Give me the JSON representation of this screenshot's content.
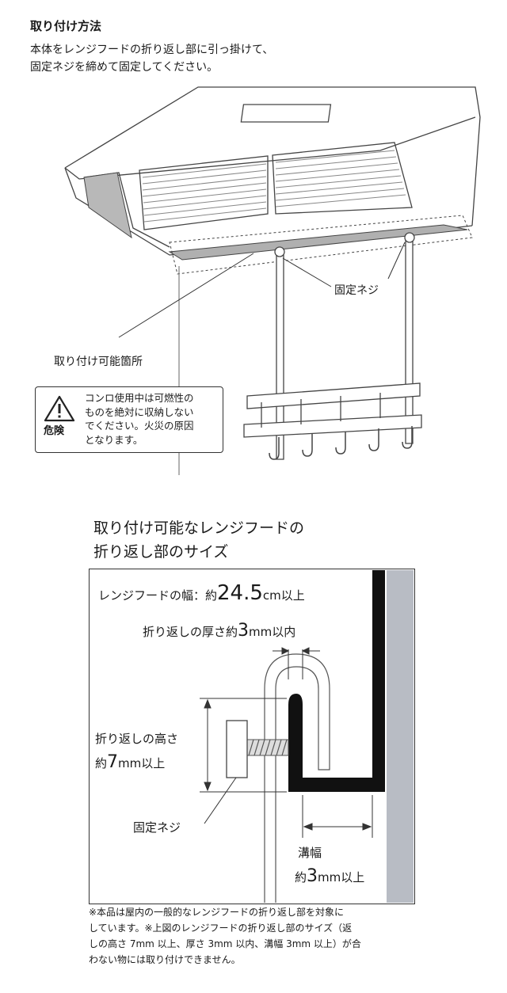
{
  "section1": {
    "title": "取り付け方法",
    "instruction_line1": "本体をレンジフードの折り返し部に引っ掛けて、",
    "instruction_line2": "固定ネジを締めて固定してください。",
    "label_screw": "固定ネジ",
    "label_mount_area": "取り付け可能箇所"
  },
  "warning": {
    "icon": "warning-triangle-icon",
    "danger_label": "危険",
    "line1": "コンロ使用中は可燃性の",
    "line2": "ものを絶対に収納しない",
    "line3": "でください。火災の原因",
    "line4": "となります。"
  },
  "section2": {
    "title_line1": "取り付け可能なレンジフードの",
    "title_line2": "折り返し部のサイズ",
    "width_prefix": "レンジフードの幅：約",
    "width_value": "24.5",
    "width_suffix": "cm以上",
    "thickness_prefix": "折り返しの厚さ約",
    "thickness_value": "3",
    "thickness_suffix": "mm以内",
    "height_line1": "折り返しの高さ",
    "height_prefix": "約",
    "height_value": "7",
    "height_suffix": "mm以上",
    "screw_label": "固定ネジ",
    "groove_label": "溝幅",
    "groove_prefix": "約",
    "groove_value": "3",
    "groove_suffix": "mm以上"
  },
  "note": {
    "line1": "※本品は屋内の一般的なレンジフードの折り返し部を対象に",
    "line2": "しています。※上図のレンジフードの折り返し部のサイズ（返",
    "line3": "しの高さ 7mm 以上、厚さ 3mm 以内、溝幅 3mm 以上）が合",
    "line4": "わない物には取り付けできません。"
  }
}
